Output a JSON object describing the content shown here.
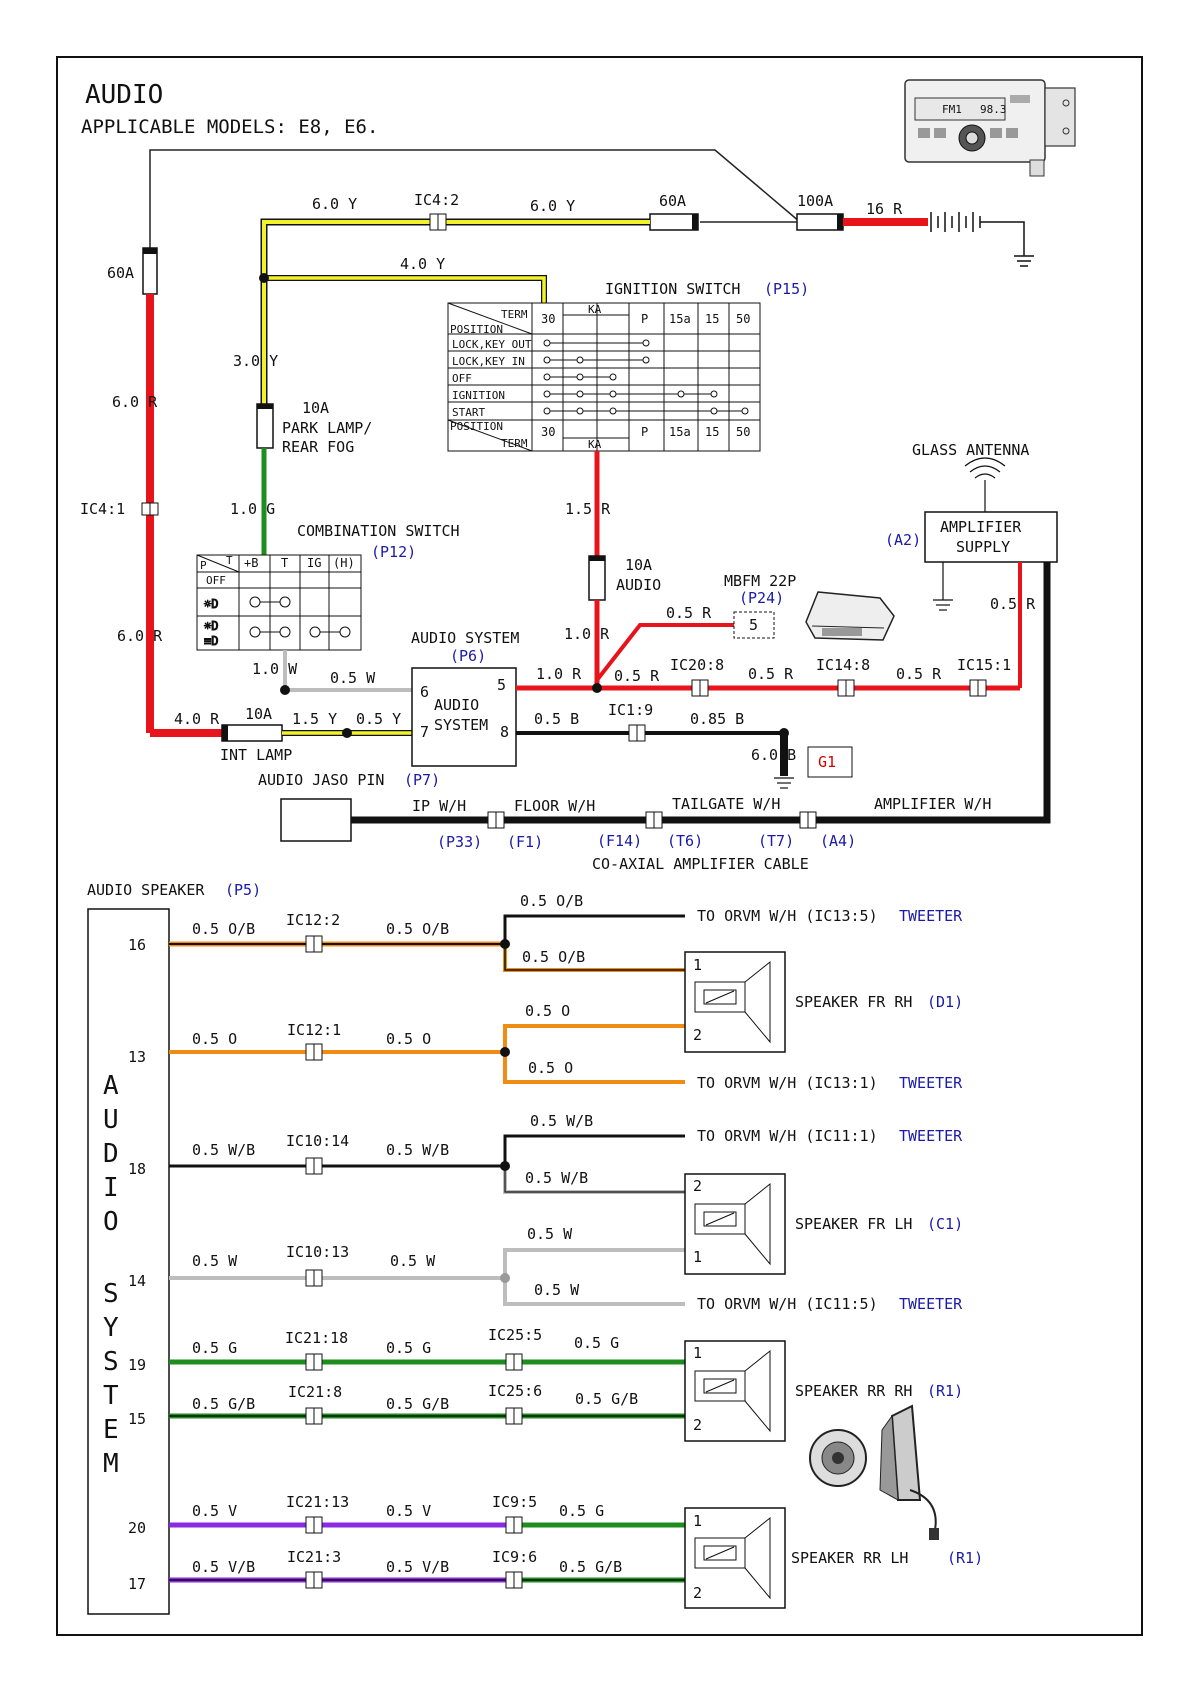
{
  "header": {
    "title": "AUDIO",
    "subtitle": "APPLICABLE MODELS: E8, E6."
  },
  "radio_display": {
    "band": "FM1",
    "freq": "98.3"
  },
  "colors": {
    "red": "#e8141c",
    "yellow": "#f2f22a",
    "green": "#1e8c1e",
    "gray": "#bdbdbd",
    "black": "#111111",
    "orange": "#f08c14",
    "purple": "#8a2be2",
    "blue": "#1a1aa8"
  },
  "power": {
    "fuse_60a_left": "60A",
    "fuse_60a_right": "60A",
    "fuse_100a": "100A",
    "wire_16r": "16 R",
    "wire_6y_a": "6.0 Y",
    "wire_6y_b": "6.0 Y",
    "ic4_2": "IC4:2",
    "wire_4y": "4.0 Y",
    "wire_3y": "3.0 Y",
    "wire_6r_a": "6.0 R",
    "ic4_1": "IC4:1",
    "wire_6r_b": "6.0 R",
    "wire_1g": "1.0 G",
    "wire_4r": "4.0 R"
  },
  "park_lamp": {
    "rating": "10A",
    "line1": "PARK LAMP/",
    "line2": "REAR FOG"
  },
  "int_lamp": {
    "rating": "10A",
    "name": "INT LAMP",
    "wire_15y": "1.5 Y",
    "wire_05y": "0.5 Y"
  },
  "ignition": {
    "title": "IGNITION SWITCH",
    "ref": "(P15)",
    "hdr_term": "TERM",
    "hdr_position": "POSITION",
    "hdr_ka": "KA",
    "terms": [
      "30",
      "",
      "",
      "P",
      "15a",
      "15",
      "50"
    ],
    "rows": [
      "LOCK,KEY OUT",
      "LOCK,KEY IN",
      "OFF",
      "IGNITION",
      "START"
    ]
  },
  "fuse_audio": {
    "rating": "10A",
    "name": "AUDIO",
    "wire_15r": "1.5 R",
    "wire_1r": "1.0 R"
  },
  "combination_switch": {
    "title": "COMBINATION SWITCH",
    "ref": "(P12)",
    "cols": [
      "P",
      "T",
      "+B",
      "T",
      "IG",
      "(H)"
    ],
    "off": "OFF"
  },
  "mbfm": {
    "name": "MBFM 22P",
    "ref": "(P24)",
    "pin": "5",
    "wire": "0.5 R"
  },
  "antenna": {
    "name": "GLASS ANTENNA",
    "amp_line1": "AMPLIFIER",
    "amp_line2": "SUPPLY",
    "ref": "(A2)",
    "wire": "0.5 R"
  },
  "audio_system": {
    "title": "AUDIO SYSTEM",
    "ref": "(P6)",
    "line1": "AUDIO",
    "line2": "SYSTEM",
    "pin6": "6",
    "pin5": "5",
    "pin7": "7",
    "pin8": "8",
    "wire_1w": "1.0 W",
    "wire_05w": "0.5 W",
    "wire_1r": "1.0 R",
    "wire_05r_a": "0.5 R",
    "ic20_8": "IC20:8",
    "wire_05r_b": "0.5 R",
    "ic14_8": "IC14:8",
    "wire_05r_c": "0.5 R",
    "ic15_1": "IC15:1",
    "wire_05b": "0.5 B",
    "ic1_9": "IC1:9",
    "wire_085b": "0.85 B",
    "wire_6b": "6.0 B",
    "ground": "G1"
  },
  "jaso": {
    "title": "AUDIO JASO PIN",
    "ref": "(P7)",
    "ip": "IP W/H",
    "floor": "FLOOR W/H",
    "tailgate": "TAILGATE W/H",
    "amplifier": "AMPLIFIER W/H",
    "p33": "(P33)",
    "f1": "(F1)",
    "f14": "(F14)",
    "t6": "(T6)",
    "t7": "(T7)",
    "a4": "(A4)",
    "cable": "CO-AXIAL AMPLIFIER CABLE"
  },
  "speakers": {
    "header": "AUDIO SPEAKER",
    "header_ref": "(P5)",
    "vertical_label": [
      "A",
      "U",
      "D",
      "I",
      "O",
      "S",
      "Y",
      "S",
      "T",
      "E",
      "M"
    ],
    "pins": [
      "16",
      "13",
      "18",
      "14",
      "19",
      "15",
      "20",
      "17"
    ],
    "fr_rh": {
      "w1": "0.5 O/B",
      "c1": "IC12:2",
      "w2": "0.5 O/B",
      "w3": "0.5 O/B",
      "w4": "0.5 O/B",
      "to1": "TO ORVM W/H (IC13:5)",
      "tw1": "TWEETER",
      "w5": "0.5 O",
      "c2": "IC12:1",
      "w6": "0.5 O",
      "w7": "0.5 O",
      "w8": "0.5 O",
      "to2": "TO ORVM W/H (IC13:1)",
      "tw2": "TWEETER",
      "name": "SPEAKER FR RH",
      "ref": "(D1)",
      "p1": "1",
      "p2": "2"
    },
    "fr_lh": {
      "w1": "0.5 W/B",
      "c1": "IC10:14",
      "w2": "0.5 W/B",
      "w3": "0.5 W/B",
      "w4": "0.5 W/B",
      "to1": "TO ORVM W/H (IC11:1)",
      "tw1": "TWEETER",
      "w5": "0.5 W",
      "c2": "IC10:13",
      "w6": "0.5 W",
      "w7": "0.5 W",
      "w8": "0.5 W",
      "to2": "TO ORVM W/H (IC11:5)",
      "tw2": "TWEETER",
      "name": "SPEAKER FR LH",
      "ref": "(C1)",
      "p1": "2",
      "p2": "1"
    },
    "rr_rh": {
      "w1": "0.5 G",
      "c1": "IC21:18",
      "w2": "0.5 G",
      "c2": "IC25:5",
      "w3": "0.5 G",
      "w4": "0.5 G/B",
      "c3": "IC21:8",
      "w5": "0.5 G/B",
      "c4": "IC25:6",
      "w6": "0.5 G/B",
      "name": "SPEAKER RR RH",
      "ref": "(R1)",
      "p1": "1",
      "p2": "2"
    },
    "rr_lh": {
      "w1": "0.5 V",
      "c1": "IC21:13",
      "w2": "0.5 V",
      "c2": "IC9:5",
      "w3": "0.5 G",
      "w4": "0.5 V/B",
      "c3": "IC21:3",
      "w5": "0.5 V/B",
      "c4": "IC9:6",
      "w6": "0.5 G/B",
      "name": "SPEAKER RR LH",
      "ref": "(R1)",
      "p1": "1",
      "p2": "2"
    }
  }
}
